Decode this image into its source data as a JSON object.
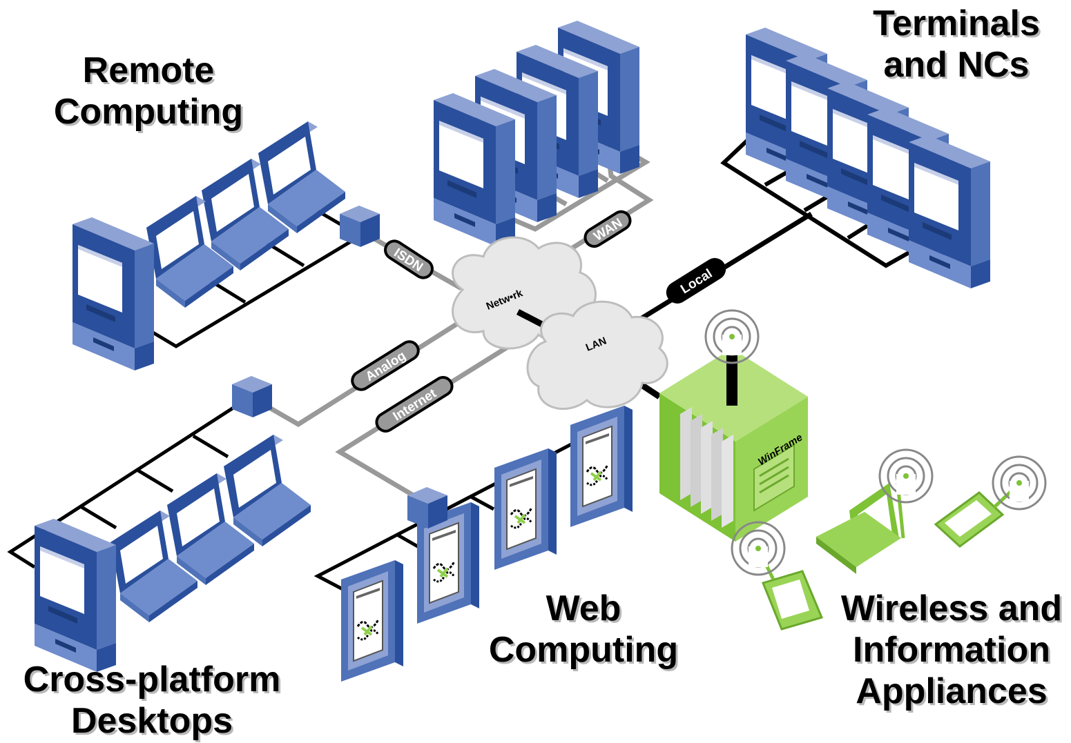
{
  "groups": {
    "remote": {
      "line1": "Remote",
      "line2": "Computing"
    },
    "terminals": {
      "line1": "Terminals",
      "line2": "and NCs"
    },
    "desktops": {
      "line1": "Cross-platform",
      "line2": "Desktops"
    },
    "web": {
      "line1": "Web",
      "line2": "Computing"
    },
    "wireless": {
      "line1": "Wireless and",
      "line2": "Information",
      "line3": "Appliances"
    }
  },
  "links": {
    "isdn": "ISDN",
    "wan": "WAN",
    "local": "Local",
    "analog": "Analog",
    "internet": "Internet"
  },
  "clouds": {
    "network": "Netw•rk",
    "lan": "LAN"
  },
  "server": {
    "name": "WinFrame"
  },
  "colors": {
    "device_blue": "#4f72b8",
    "device_dark": "#2a4f9c",
    "device_light": "#8ea2d4",
    "cable_black": "#000000",
    "cable_gray": "#999999",
    "winframe_green": "#8fcf4a",
    "cloud": "#e8e8e8"
  }
}
